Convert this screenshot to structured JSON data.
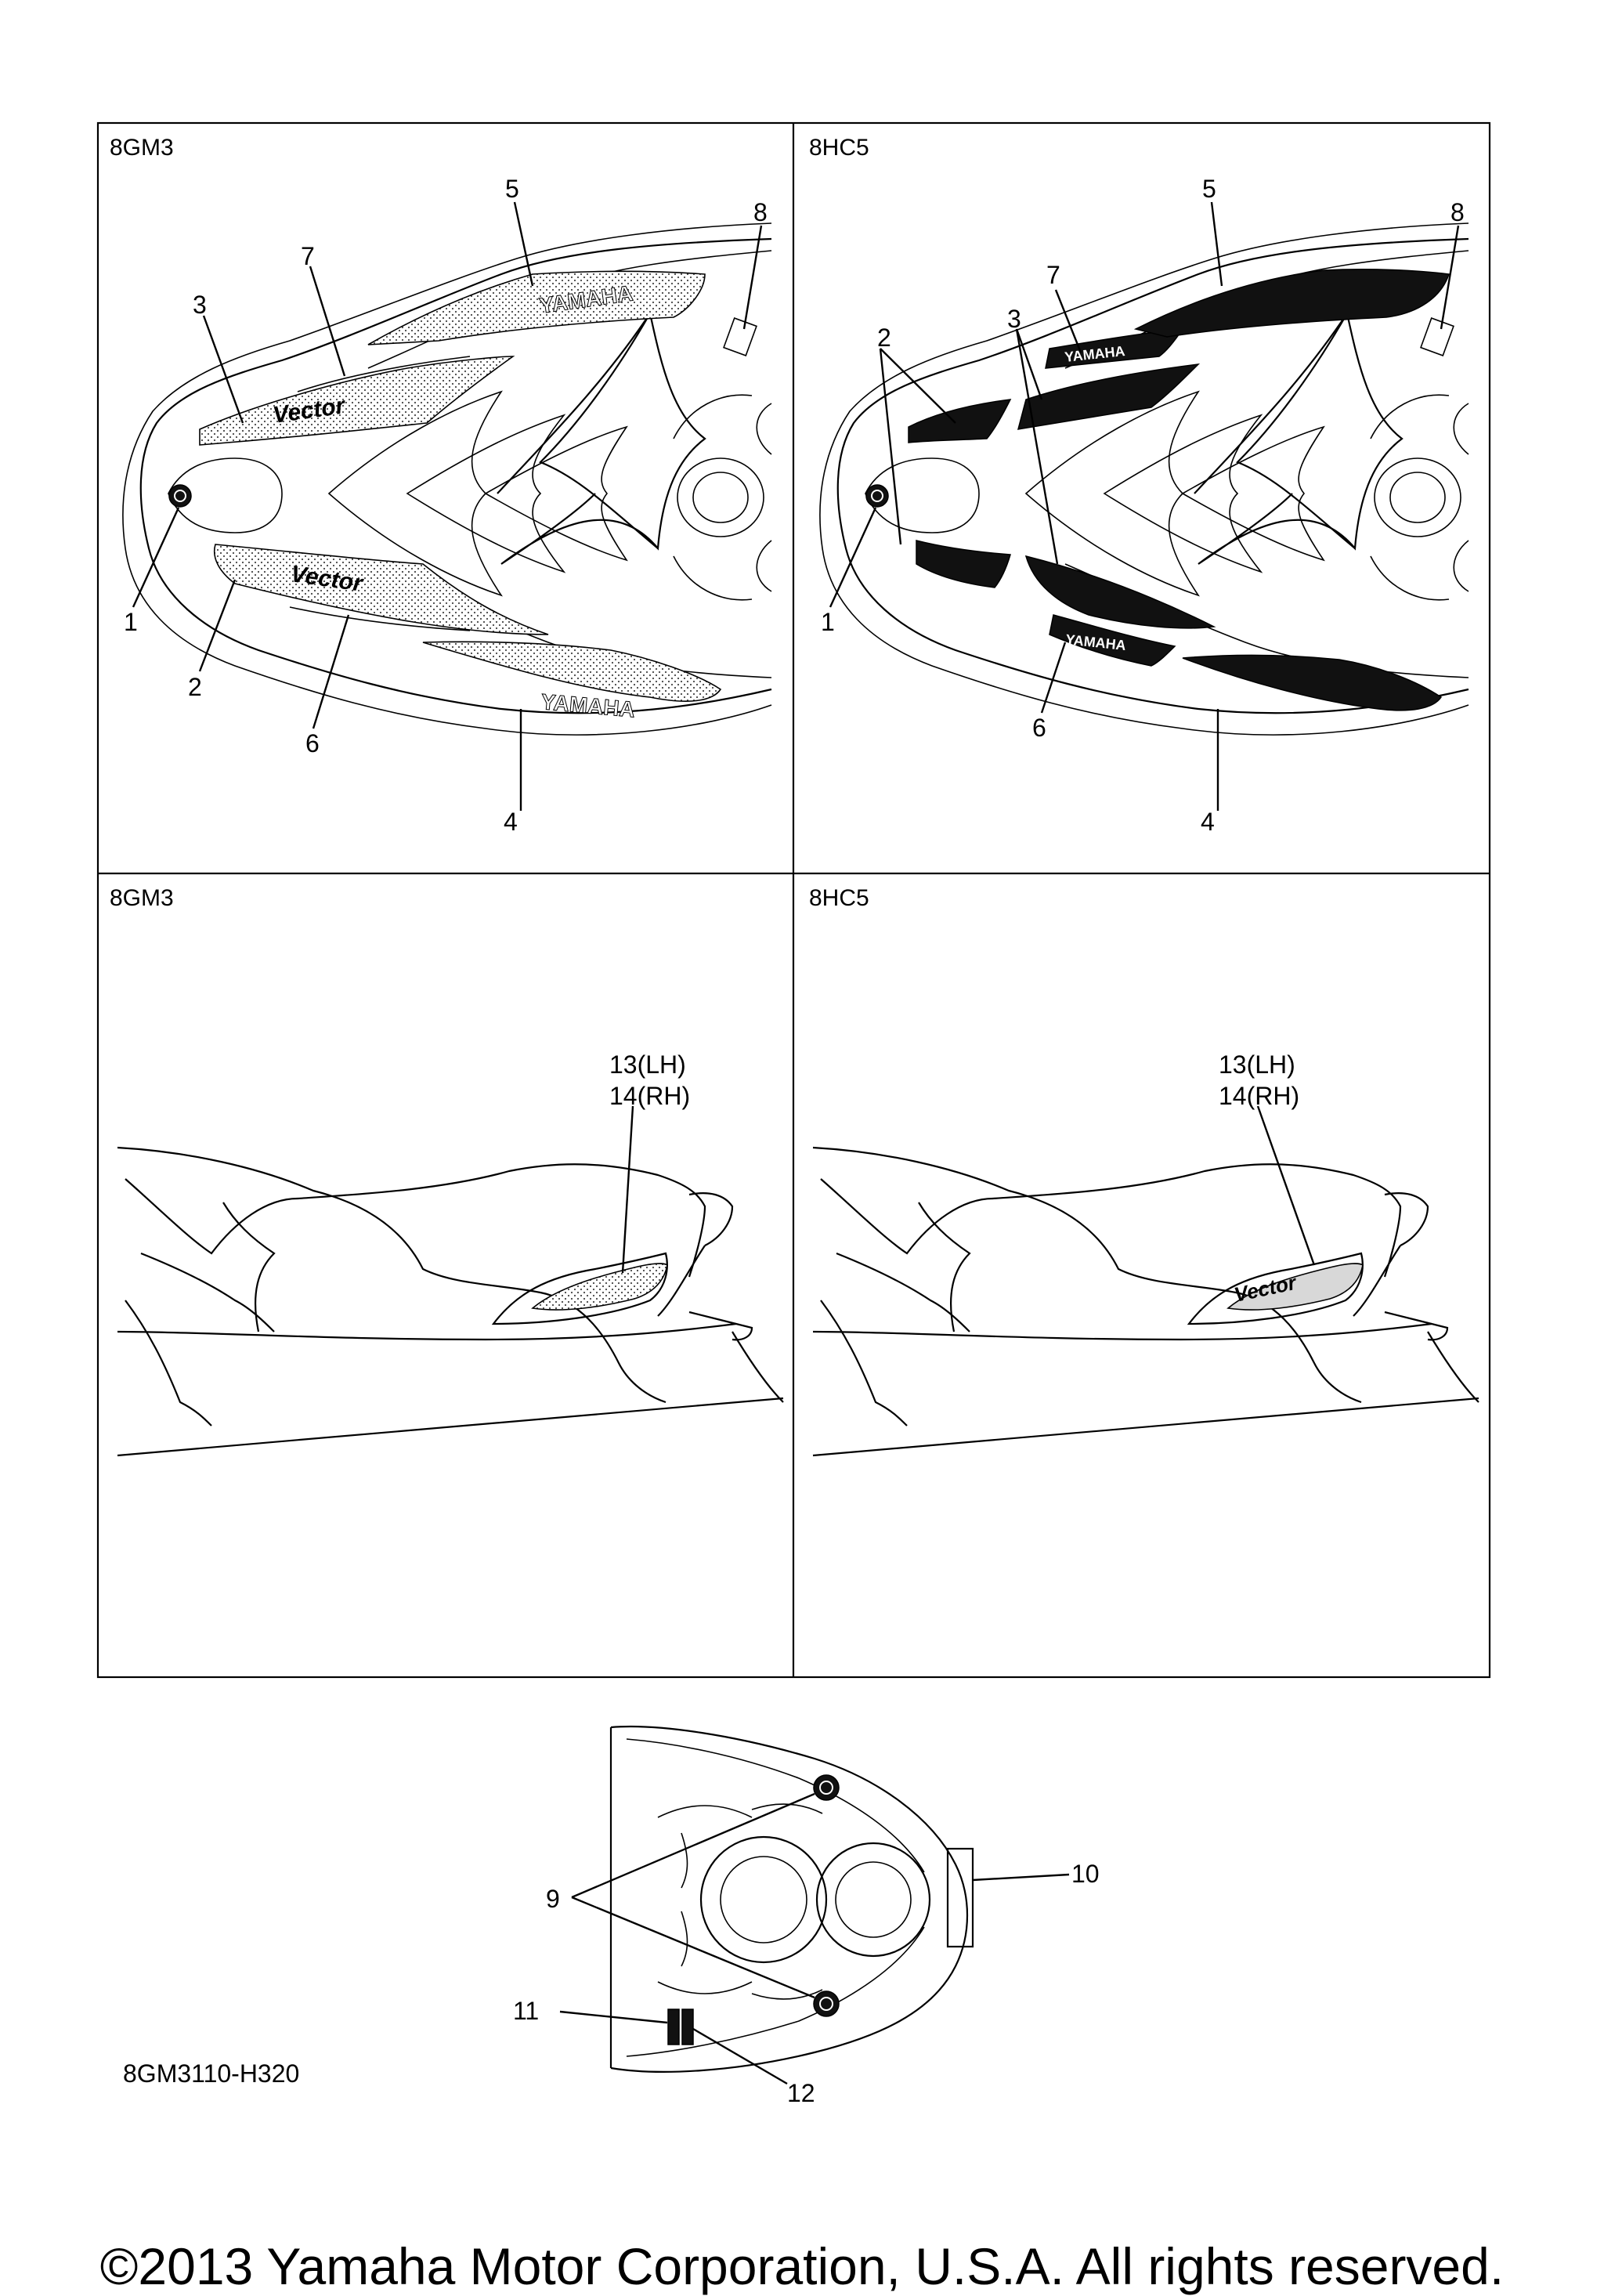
{
  "panels": [
    {
      "label": "8GM3"
    },
    {
      "label": "8HC5"
    },
    {
      "label": "8GM3"
    },
    {
      "label": "8HC5"
    }
  ],
  "callouts": {
    "p1": [
      "1",
      "2",
      "3",
      "4",
      "5",
      "6",
      "7",
      "8"
    ],
    "p2": [
      "1",
      "2",
      "3",
      "4",
      "5",
      "6",
      "7",
      "8"
    ],
    "p3": [
      "13(LH)",
      "14(RH)"
    ],
    "p4": [
      "13(LH)",
      "14(RH)"
    ],
    "bottom": [
      "9",
      "10",
      "11",
      "12"
    ]
  },
  "decal_text": {
    "brand": "YAMAHA"
  },
  "drawing_code": "8GM3110-H320",
  "copyright": "©2013 Yamaha Motor Corporation, U.S.A. All rights reserved.",
  "colors": {
    "line": "#000000",
    "background": "#ffffff",
    "decal_dark": "#111111"
  }
}
